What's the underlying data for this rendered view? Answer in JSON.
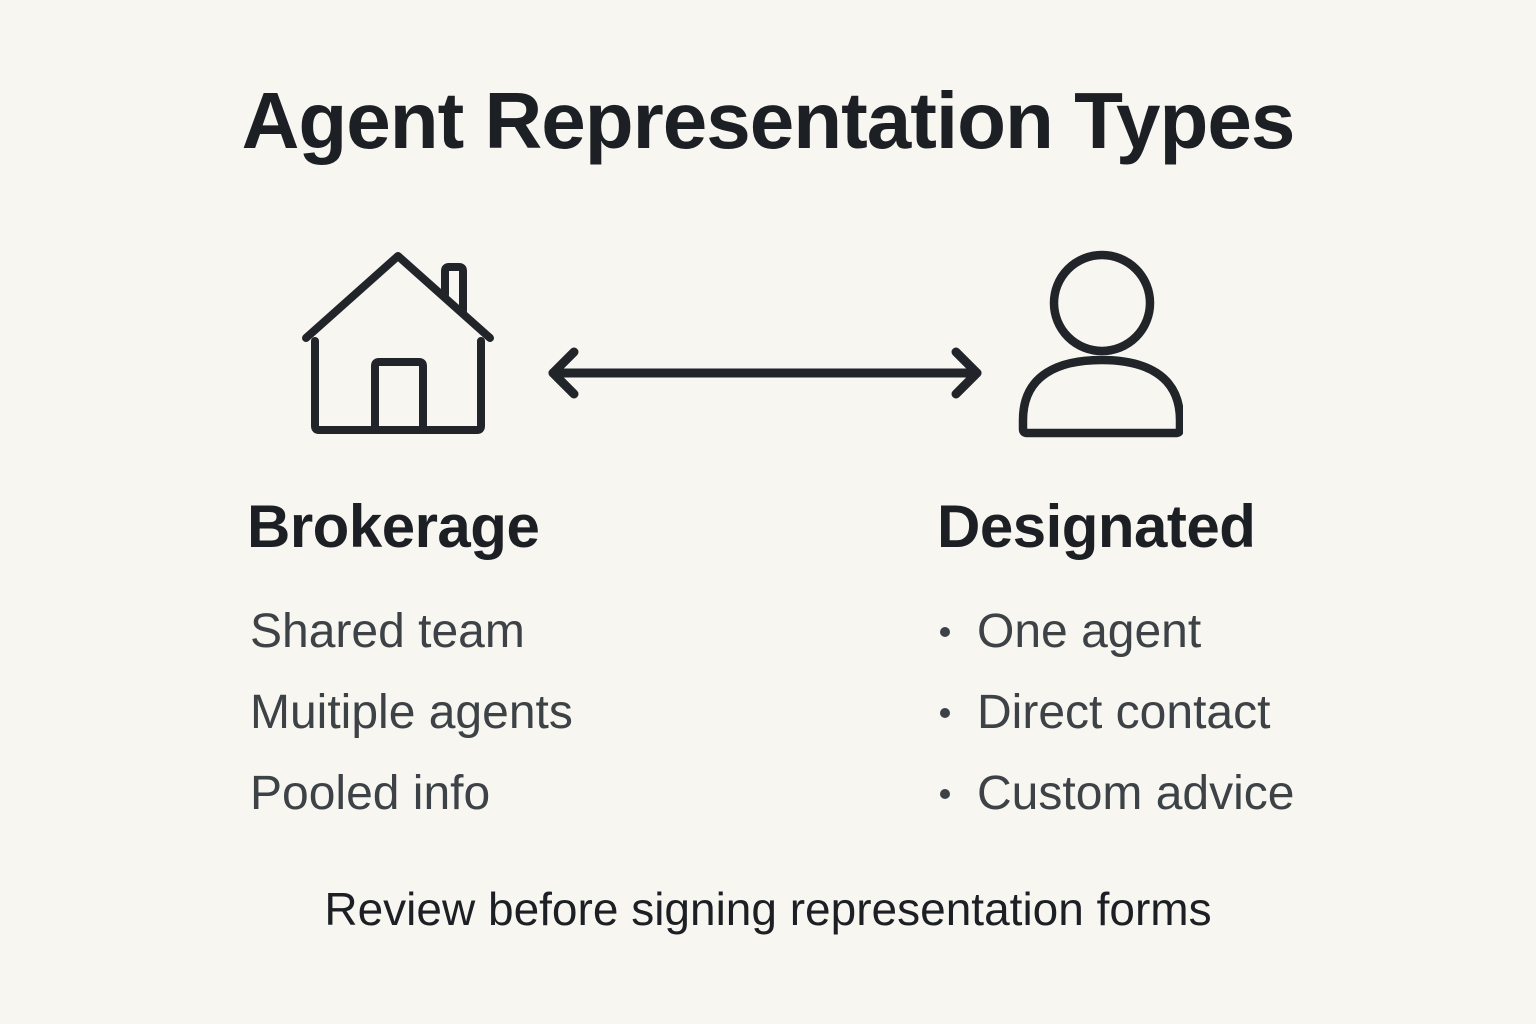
{
  "title": "Agent Representation Types",
  "columns": [
    {
      "icon": "house-icon",
      "heading": "Brokerage",
      "bulleted": false,
      "items": [
        "Shared team",
        "Muitiple agents",
        "Pooled info"
      ]
    },
    {
      "icon": "person-icon",
      "heading": "Designated",
      "bulleted": true,
      "items": [
        "One agent",
        "Direct contact",
        "Custom advice"
      ]
    }
  ],
  "connector": "double-headed-arrow",
  "footer": "Review before signing representation forms",
  "colors": {
    "background": "#f8f6f1",
    "ink": "#1c2024",
    "body_text": "#3d4246",
    "icon_stroke": "#212529"
  }
}
